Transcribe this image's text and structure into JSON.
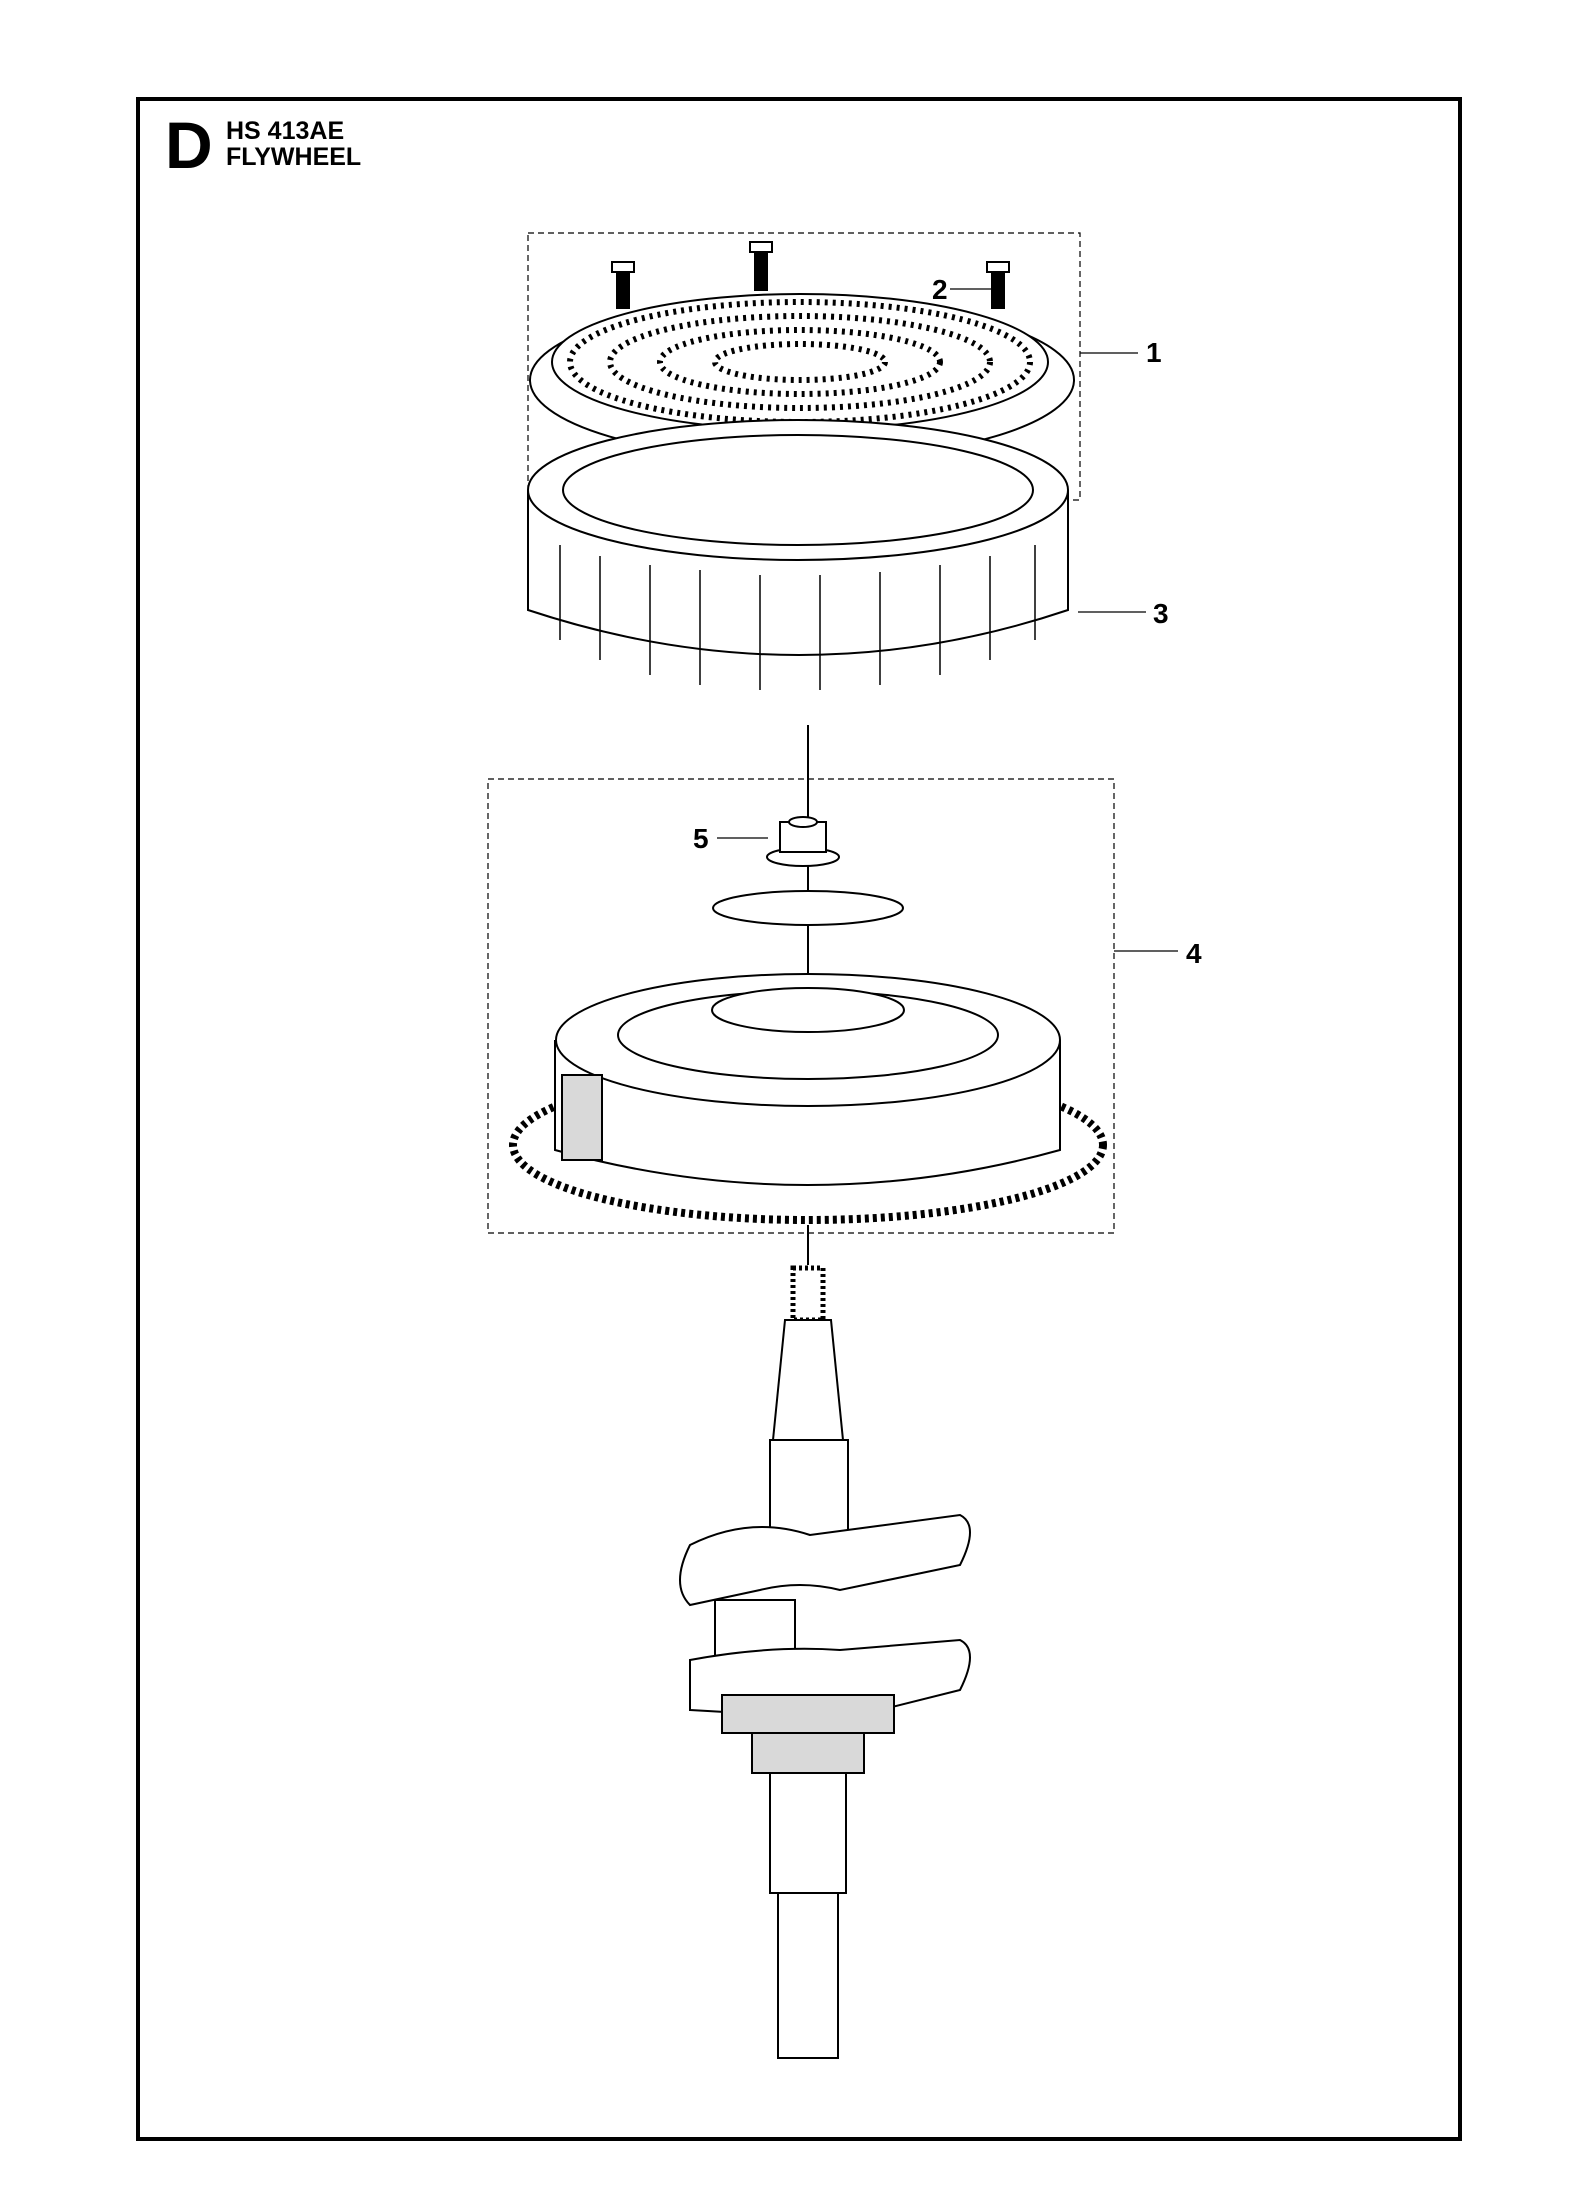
{
  "header": {
    "section": "D",
    "model": "HS 413AE",
    "title": "FLYWHEEL"
  },
  "callouts": [
    {
      "number": "1",
      "part": "screen-grille"
    },
    {
      "number": "2",
      "part": "bolt"
    },
    {
      "number": "3",
      "part": "fan"
    },
    {
      "number": "4",
      "part": "flywheel-assembly"
    },
    {
      "number": "5",
      "part": "flange-nut"
    }
  ],
  "colors": {
    "line": "#000000",
    "fill": "#ffffff",
    "shade": "#d9d9d9"
  }
}
